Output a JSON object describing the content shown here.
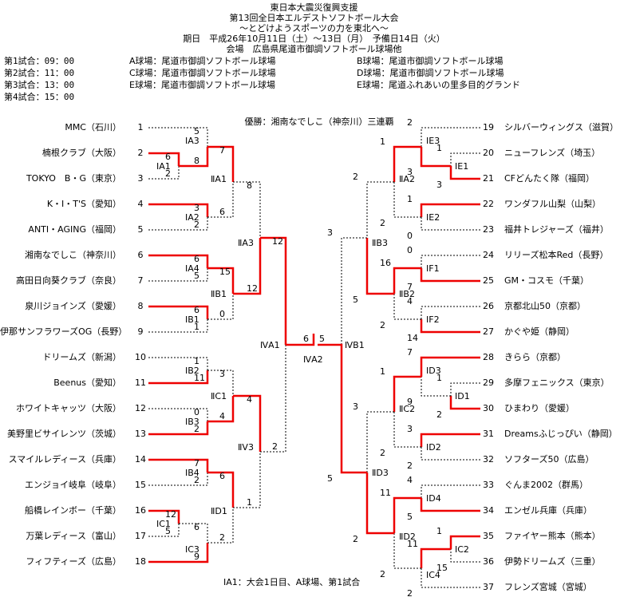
{
  "header": {
    "line1": "東日本大震災復興支援",
    "line2": "第13回全日本エルデストソフトボール大会",
    "line3": "～とどけようスポーツの力を東北へ～",
    "line4": "期日　平成26年10月11日（土）～13日（月）　予備日14日（火）",
    "line5": "会場　広島県尾道市御調ソフトボール球場他"
  },
  "schedule": [
    "第1試合：09：00",
    "第2試合：11：00",
    "第3試合：13：00",
    "第4試合：15：00"
  ],
  "venues": [
    "A球場：尾道市御調ソフトボール球場",
    "B球場：尾道市御調ソフトボール球場",
    "C球場：尾道市御調ソフトボール球場",
    "D球場：尾道市御調ソフトボール球場",
    "E球場：尾道市御調ソフトボール球場",
    "E球場：尾道ふれあいの里多目的グランド"
  ],
  "champion": "優勝：湘南なでしこ（神奈川）三連覇",
  "footer_note": "ⅠA1：大会1日目、A球場、第1試合",
  "left_teams": [
    {
      "name": "MMC（石川）",
      "num": "1"
    },
    {
      "name": "楠根クラブ（大阪）",
      "num": "2"
    },
    {
      "name": "TOKYO　B・G（東京）",
      "num": "3"
    },
    {
      "name": "K・I・T'S（愛知）",
      "num": "4"
    },
    {
      "name": "ANTI・AGING（福岡）",
      "num": "5"
    },
    {
      "name": "湘南なでしこ（神奈川）",
      "num": "6"
    },
    {
      "name": "高田日向葵クラブ（奈良）",
      "num": "7"
    },
    {
      "name": "泉川ジョインズ（愛媛）",
      "num": "8"
    },
    {
      "name": "伊那サンフラワーズOG（長野）",
      "num": "9"
    },
    {
      "name": "ドリームズ（新潟）",
      "num": "10"
    },
    {
      "name": "Beenus（愛知）",
      "num": "11"
    },
    {
      "name": "ホワイトキャッツ（大阪）",
      "num": "12"
    },
    {
      "name": "美野里ビサイレンツ（茨城）",
      "num": "13"
    },
    {
      "name": "スマイルレディース（兵庫）",
      "num": "14"
    },
    {
      "name": "エンジョイ岐阜（岐阜）",
      "num": "15"
    },
    {
      "name": "船橋レインボー（千葉）",
      "num": "16"
    },
    {
      "name": "万葉レディース（富山）",
      "num": "17"
    },
    {
      "name": "フィフティーズ（広島）",
      "num": "18"
    }
  ],
  "right_teams": [
    {
      "name": "シルバーウィングス（滋賀）",
      "num": "19"
    },
    {
      "name": "ニューフレンズ（埼玉）",
      "num": "20"
    },
    {
      "name": "CFどんたく隊（福岡）",
      "num": "21"
    },
    {
      "name": "ワンダフル山梨（山梨）",
      "num": "22"
    },
    {
      "name": "福井トレジャーズ（福井）",
      "num": "23"
    },
    {
      "name": "リリーズ松本Red（長野）",
      "num": "24"
    },
    {
      "name": "GM・コスモ（千葉）",
      "num": "25"
    },
    {
      "name": "京都北山50（京都）",
      "num": "26"
    },
    {
      "name": "かぐや姫（静岡）",
      "num": "27"
    },
    {
      "name": "きらら（京都）",
      "num": "28"
    },
    {
      "name": "多摩フェニックス（東京）",
      "num": "29"
    },
    {
      "name": "ひまわり（愛媛）",
      "num": "30"
    },
    {
      "name": "Dreamsふじっぴい（静岡）",
      "num": "31"
    },
    {
      "name": "ソフターズ50（広島）",
      "num": "32"
    },
    {
      "name": "ぐんま2002（群馬）",
      "num": "33"
    },
    {
      "name": "エンゼル兵庫（兵庫）",
      "num": "34"
    },
    {
      "name": "ファイヤー熊本（熊本）",
      "num": "35"
    },
    {
      "name": "伊勢ドリームズ（三重）",
      "num": "36"
    },
    {
      "name": "フレンズ宮城（宮城）",
      "num": "37"
    }
  ],
  "game_labels": {
    "IA1": "ⅠA1",
    "IA2": "ⅠA2",
    "IA3": "ⅠA3",
    "IA4": "ⅠA4",
    "IB1": "ⅠB1",
    "IB2": "ⅠB2",
    "IB3": "ⅠB3",
    "IB4": "ⅠB4",
    "IC1": "ⅠC1",
    "IC3": "ⅠC3",
    "IIA1": "ⅡA1",
    "IIB1": "ⅡB1",
    "IIC1": "ⅡC1",
    "IID1": "ⅡD1",
    "IIA3": "ⅡA3",
    "IIV3": "ⅡV3",
    "IVA1": "ⅣA1",
    "IVA2": "ⅣA2",
    "IVB1": "ⅣB1",
    "IIB3": "ⅡB3",
    "IID3": "ⅡD3",
    "IIA2": "ⅡA2",
    "IIB2": "ⅡB2",
    "IIC2": "ⅡC2",
    "IID2": "ⅡD2",
    "IE3": "ⅠE3",
    "IE1": "ⅠE1",
    "IE2": "ⅠE2",
    "IF1": "ⅠF1",
    "IF2": "ⅠF2",
    "ID3": "ⅠD3",
    "ID1": "ⅠD1",
    "ID2": "ⅠD2",
    "ID4": "ⅠD4",
    "IC2": "ⅠC2",
    "IC4": "ⅠC4"
  },
  "scores": {
    "IA1_top": "6",
    "IA1_bot": "2",
    "IA3_top": "5",
    "IA3_bot": "8",
    "IA2_top": "3",
    "IA2_bot": "2",
    "IA4_top": "6",
    "IA4_bot": "5",
    "IB1_top": "6",
    "IB1_bot": "1",
    "IIA1_top": "7",
    "IIA1_bot": "6",
    "IIB1_top": "15",
    "IIB1_bot": "0",
    "IIA3_top": "8",
    "IIA3_bot": "12",
    "IB2_top": "1",
    "IB2_bot": "11",
    "IB3_top": "0",
    "IB3_bot": "2",
    "IIC1_top": "3",
    "IIC1_bot": "4",
    "IB4_top": "7",
    "IB4_bot": "2",
    "IC1_top": "12",
    "IC1_bot": "5",
    "IC3_top": "6",
    "IC3_bot": "9",
    "IID1_top": "6",
    "IID1_bot": "2",
    "IIV3_top": "4",
    "IIV3_bot": "1",
    "semiL_top": "12",
    "semiL_bot": "2",
    "final_left": "6",
    "final_right": "5",
    "semiR_top": "3",
    "semiR_bot": "5",
    "IE1_top": "1",
    "IE1_bot": "3",
    "IE3_top": "2",
    "IE3_bot": "3",
    "IE2_top": "1",
    "IE2_bot": "0",
    "IIA2_top": "1",
    "IIA2_bot": "2",
    "IF1_top": "0",
    "IF1_bot": "7",
    "IF2_top": "4",
    "IF2_bot": "14",
    "IIB2_top": "16",
    "IIB2_bot": "2",
    "IIB3_top": "2",
    "IIB3_bot": "5",
    "ID1_top": "1",
    "ID1_bot": "2",
    "ID3_top": "7",
    "ID3_bot": "9",
    "ID2_top": "3",
    "ID2_bot": "2",
    "IIC2_top": "1",
    "IIC2_bot": "2",
    "ID4_top": "4",
    "ID4_bot": "5",
    "IC2_top": "1",
    "IC2_bot": "15",
    "IC4_top": "11",
    "IC4_bot": "2",
    "IID2_top": "11",
    "IID2_bot": "2",
    "IID3_top": "3",
    "IID3_bot": "2"
  },
  "colors": {
    "win_line": "#ee0000",
    "lose_line": "#000000"
  }
}
